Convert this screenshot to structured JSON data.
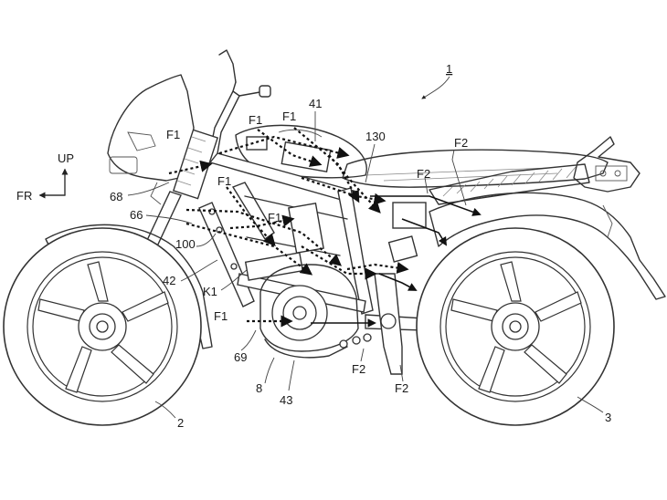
{
  "figure": {
    "labels": {
      "fig_number": "1",
      "up": "UP",
      "fr": "FR",
      "l68": "68",
      "l66": "66",
      "l100": "100",
      "l42": "42",
      "lK1": "K1",
      "l69": "69",
      "l8": "8",
      "l43": "43",
      "l2": "2",
      "l3": "3",
      "l41": "41",
      "l130": "130",
      "F1": "F1",
      "F2": "F2"
    }
  }
}
